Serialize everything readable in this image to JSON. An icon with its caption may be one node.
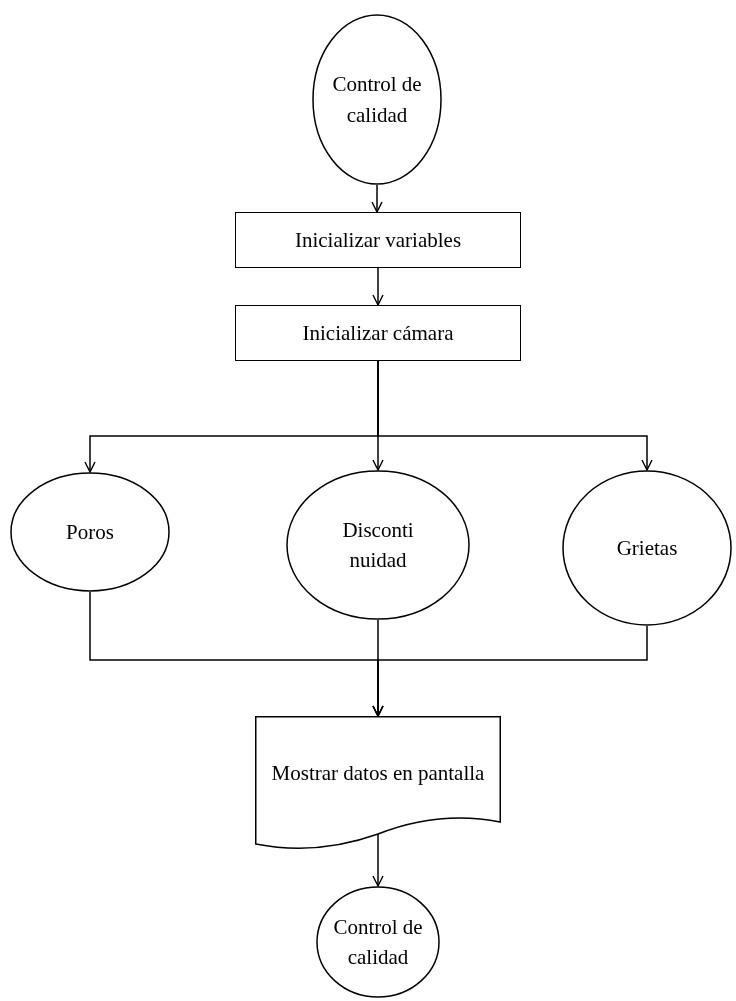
{
  "diagram": {
    "nodes": [
      {
        "text": [
          "Control de calidad"
        ]
      },
      {
        "text": [
          "Inicializar variables"
        ]
      },
      {
        "text": [
          "Inicializar cámara"
        ]
      },
      {
        "text": [
          "Poros"
        ]
      },
      {
        "text": [
          "Disconti nuidad"
        ]
      },
      {
        "text": [
          "Grietas"
        ]
      },
      {
        "text": [
          "Mostrar datos en pantalla"
        ]
      },
      {
        "text": [
          "Control de calidad"
        ]
      }
    ],
    "edges": [
      {
        "from": 0,
        "to": 1,
        "arrow": "to"
      },
      {
        "from": 1,
        "to": 2,
        "arrow": "to"
      },
      {
        "from": 2,
        "to": 3,
        "arrow": "to"
      },
      {
        "from": 2,
        "to": 4,
        "arrow": "to"
      },
      {
        "from": 2,
        "to": 5,
        "arrow": "to"
      },
      {
        "from": 3,
        "to": 6,
        "arrow": "to"
      },
      {
        "from": 4,
        "to": 6,
        "arrow": "to"
      },
      {
        "from": 5,
        "to": 6,
        "arrow": "to"
      },
      {
        "from": 6,
        "to": 7,
        "arrow": "to"
      }
    ]
  }
}
